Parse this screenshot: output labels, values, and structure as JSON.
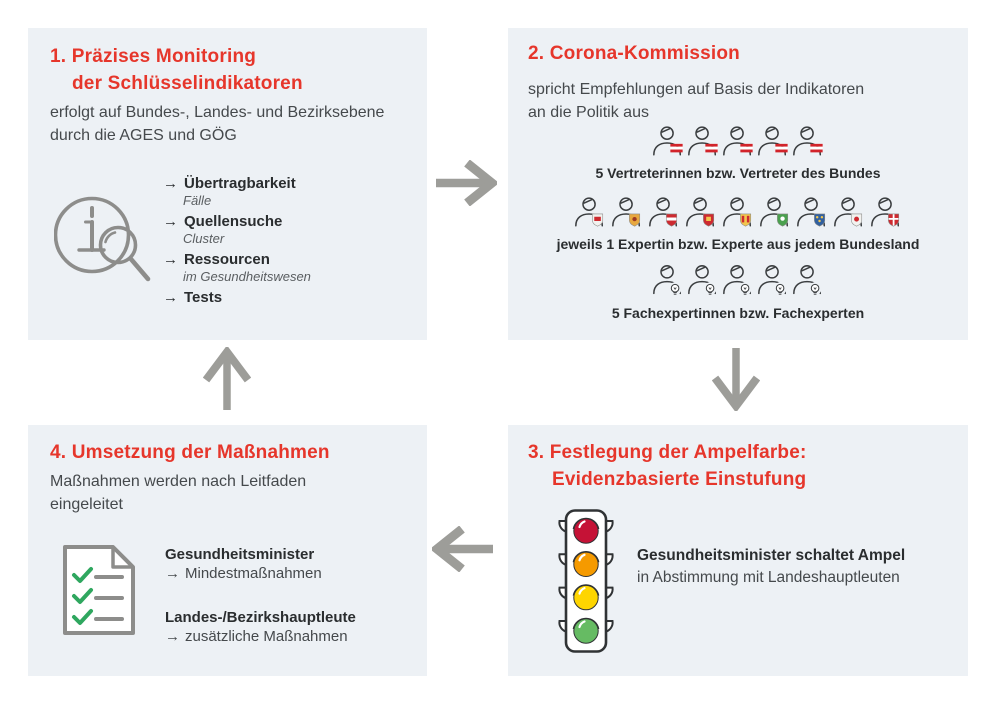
{
  "colors": {
    "accent_red": "#e6362b",
    "box_bg": "#edf1f5",
    "heading_dark": "#2a2d2f",
    "body_text": "#45494c",
    "note_text": "#5a5e61",
    "arrow_gray": "#9d9d99",
    "icon_gray": "#8d8d8b",
    "person_dark": "#3b3e40",
    "check_green": "#2fa75f",
    "flag_red": "#d2232a",
    "light_red": "#c51236",
    "light_orange": "#f59a00",
    "light_yellow": "#fed500",
    "light_green": "#66bb63"
  },
  "step1": {
    "title_line1": "1. Präzises Monitoring",
    "title_line2": "der Schlüsselindikatoren",
    "subtitle_line1": "erfolgt auf Bundes-, Landes- und Bezirksebene",
    "subtitle_line2": "durch die AGES und GÖG",
    "items": [
      {
        "prefix": "→",
        "label": "Übertragbarkeit",
        "note": "Fälle"
      },
      {
        "prefix": "→",
        "label": "Quellensuche",
        "note": "Cluster"
      },
      {
        "prefix": "→",
        "label": "Ressourcen",
        "note": "im Gesundheitswesen"
      },
      {
        "prefix": "→",
        "label": "Tests",
        "note": ""
      }
    ]
  },
  "step2": {
    "title": "2. Corona-Kommission",
    "subtitle_line1": "spricht Empfehlungen auf Basis der Indikatoren",
    "subtitle_line2": "an die Politik aus",
    "groups": [
      {
        "count": 5,
        "badge": "austria-flag",
        "label": "5 Vertreterinnen bzw. Vertreter des Bundes"
      },
      {
        "count": 9,
        "badge": "bundesland-coat-of-arms",
        "label": "jeweils 1 Expertin bzw. Experte aus jedem Bundesland"
      },
      {
        "count": 5,
        "badge": "lightbulb",
        "label": "5 Fachexpertinnen bzw. Fachexperten"
      }
    ]
  },
  "step3": {
    "title_line1": "3. Festlegung der Ampelfarbe:",
    "title_line2": "Evidenzbasierte Einstufung",
    "text_bold": "Gesundheitsminister schaltet Ampel",
    "text_regular": "in Abstimmung mit Landeshauptleuten",
    "traffic_light_colors": [
      "#c51236",
      "#f59a00",
      "#fed500",
      "#66bb63"
    ]
  },
  "step4": {
    "title": "4. Umsetzung der Maßnahmen",
    "subtitle_line1": "Maßnahmen werden nach Leitfaden",
    "subtitle_line2": "eingeleitet",
    "entries": [
      {
        "heading": "Gesundheitsminister",
        "prefix": "→",
        "label": "Mindestmaßnahmen"
      },
      {
        "heading": "Landes-/Bezirkshauptleute",
        "prefix": "→",
        "label": "zusätzliche Maßnahmen"
      }
    ]
  }
}
